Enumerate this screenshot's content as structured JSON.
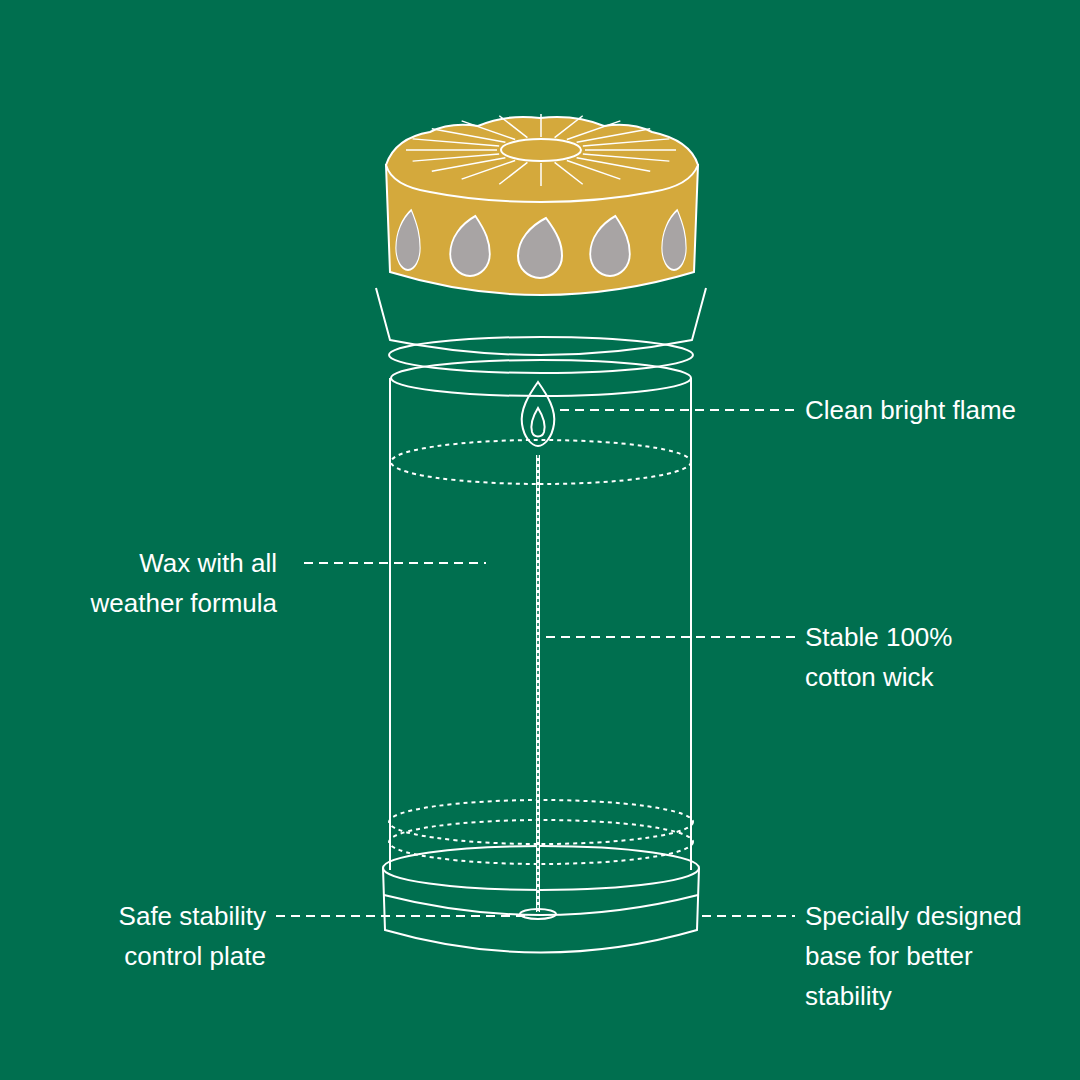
{
  "diagram": {
    "labels": [
      "Clean bright flame",
      "Wax with all weather formula",
      "Stable 100% cotton wick",
      "Safe stability control plate",
      "Specially designed base for better stability"
    ]
  }
}
